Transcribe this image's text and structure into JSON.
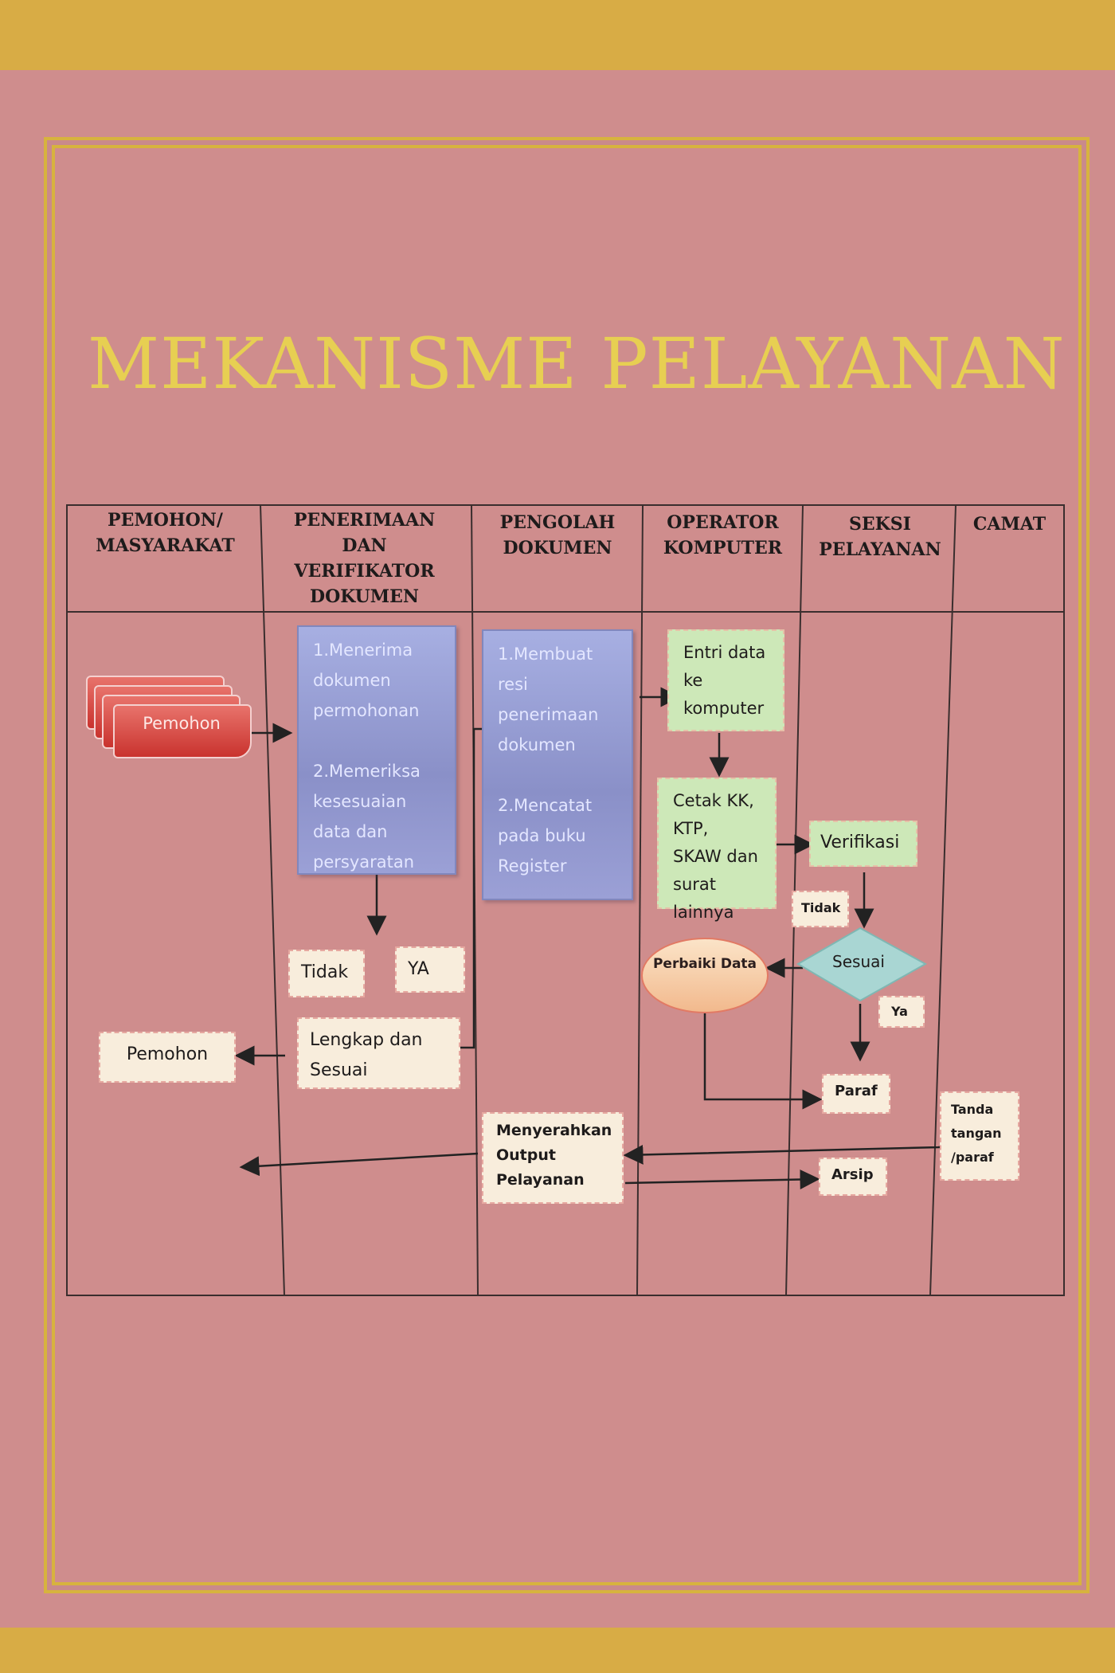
{
  "title": "MEKANISME PELAYANAN",
  "lanes": [
    "PEMOHON/ MASYARAKAT",
    "PENERIMAAN DAN VERIFIKATOR DOKUMEN",
    "PENGOLAH DOKUMEN",
    "OPERATOR KOMPUTER",
    "SEKSI PELAYANAN",
    "CAMAT"
  ],
  "nodes": {
    "pemohon_stack": "Pemohon",
    "verifikator_steps": "1.Menerima dokumen permohonan\n\n2.Memeriksa kesesuaian data dan persyaratan",
    "pengolah_steps": "1.Membuat resi penerimaan dokumen\n\n2.Mencatat pada buku Register",
    "entri_data": "Entri data ke komputer",
    "cetak": "Cetak KK, KTP, SKAW dan surat lainnya",
    "verifikasi": "Verifikasi",
    "tidak_seksi": "Tidak",
    "sesuai": "Sesuai",
    "ya_seksi": "Ya",
    "perbaiki_data": "Perbaiki Data",
    "paraf": "Paraf",
    "tanda_tangan": "Tanda tangan /paraf",
    "arsip": "Arsip",
    "tidak_verif": "Tidak",
    "ya_verif": "YA",
    "lengkap": "Lengkap dan Sesuai",
    "pemohon_return": "Pemohon",
    "menyerahkan": "Menyerahkan Output Pelayanan"
  },
  "colors": {
    "background": "#d8ac45",
    "banner": "#cf8d8d",
    "title": "#e7cf52",
    "frame": "#d7b33e"
  }
}
